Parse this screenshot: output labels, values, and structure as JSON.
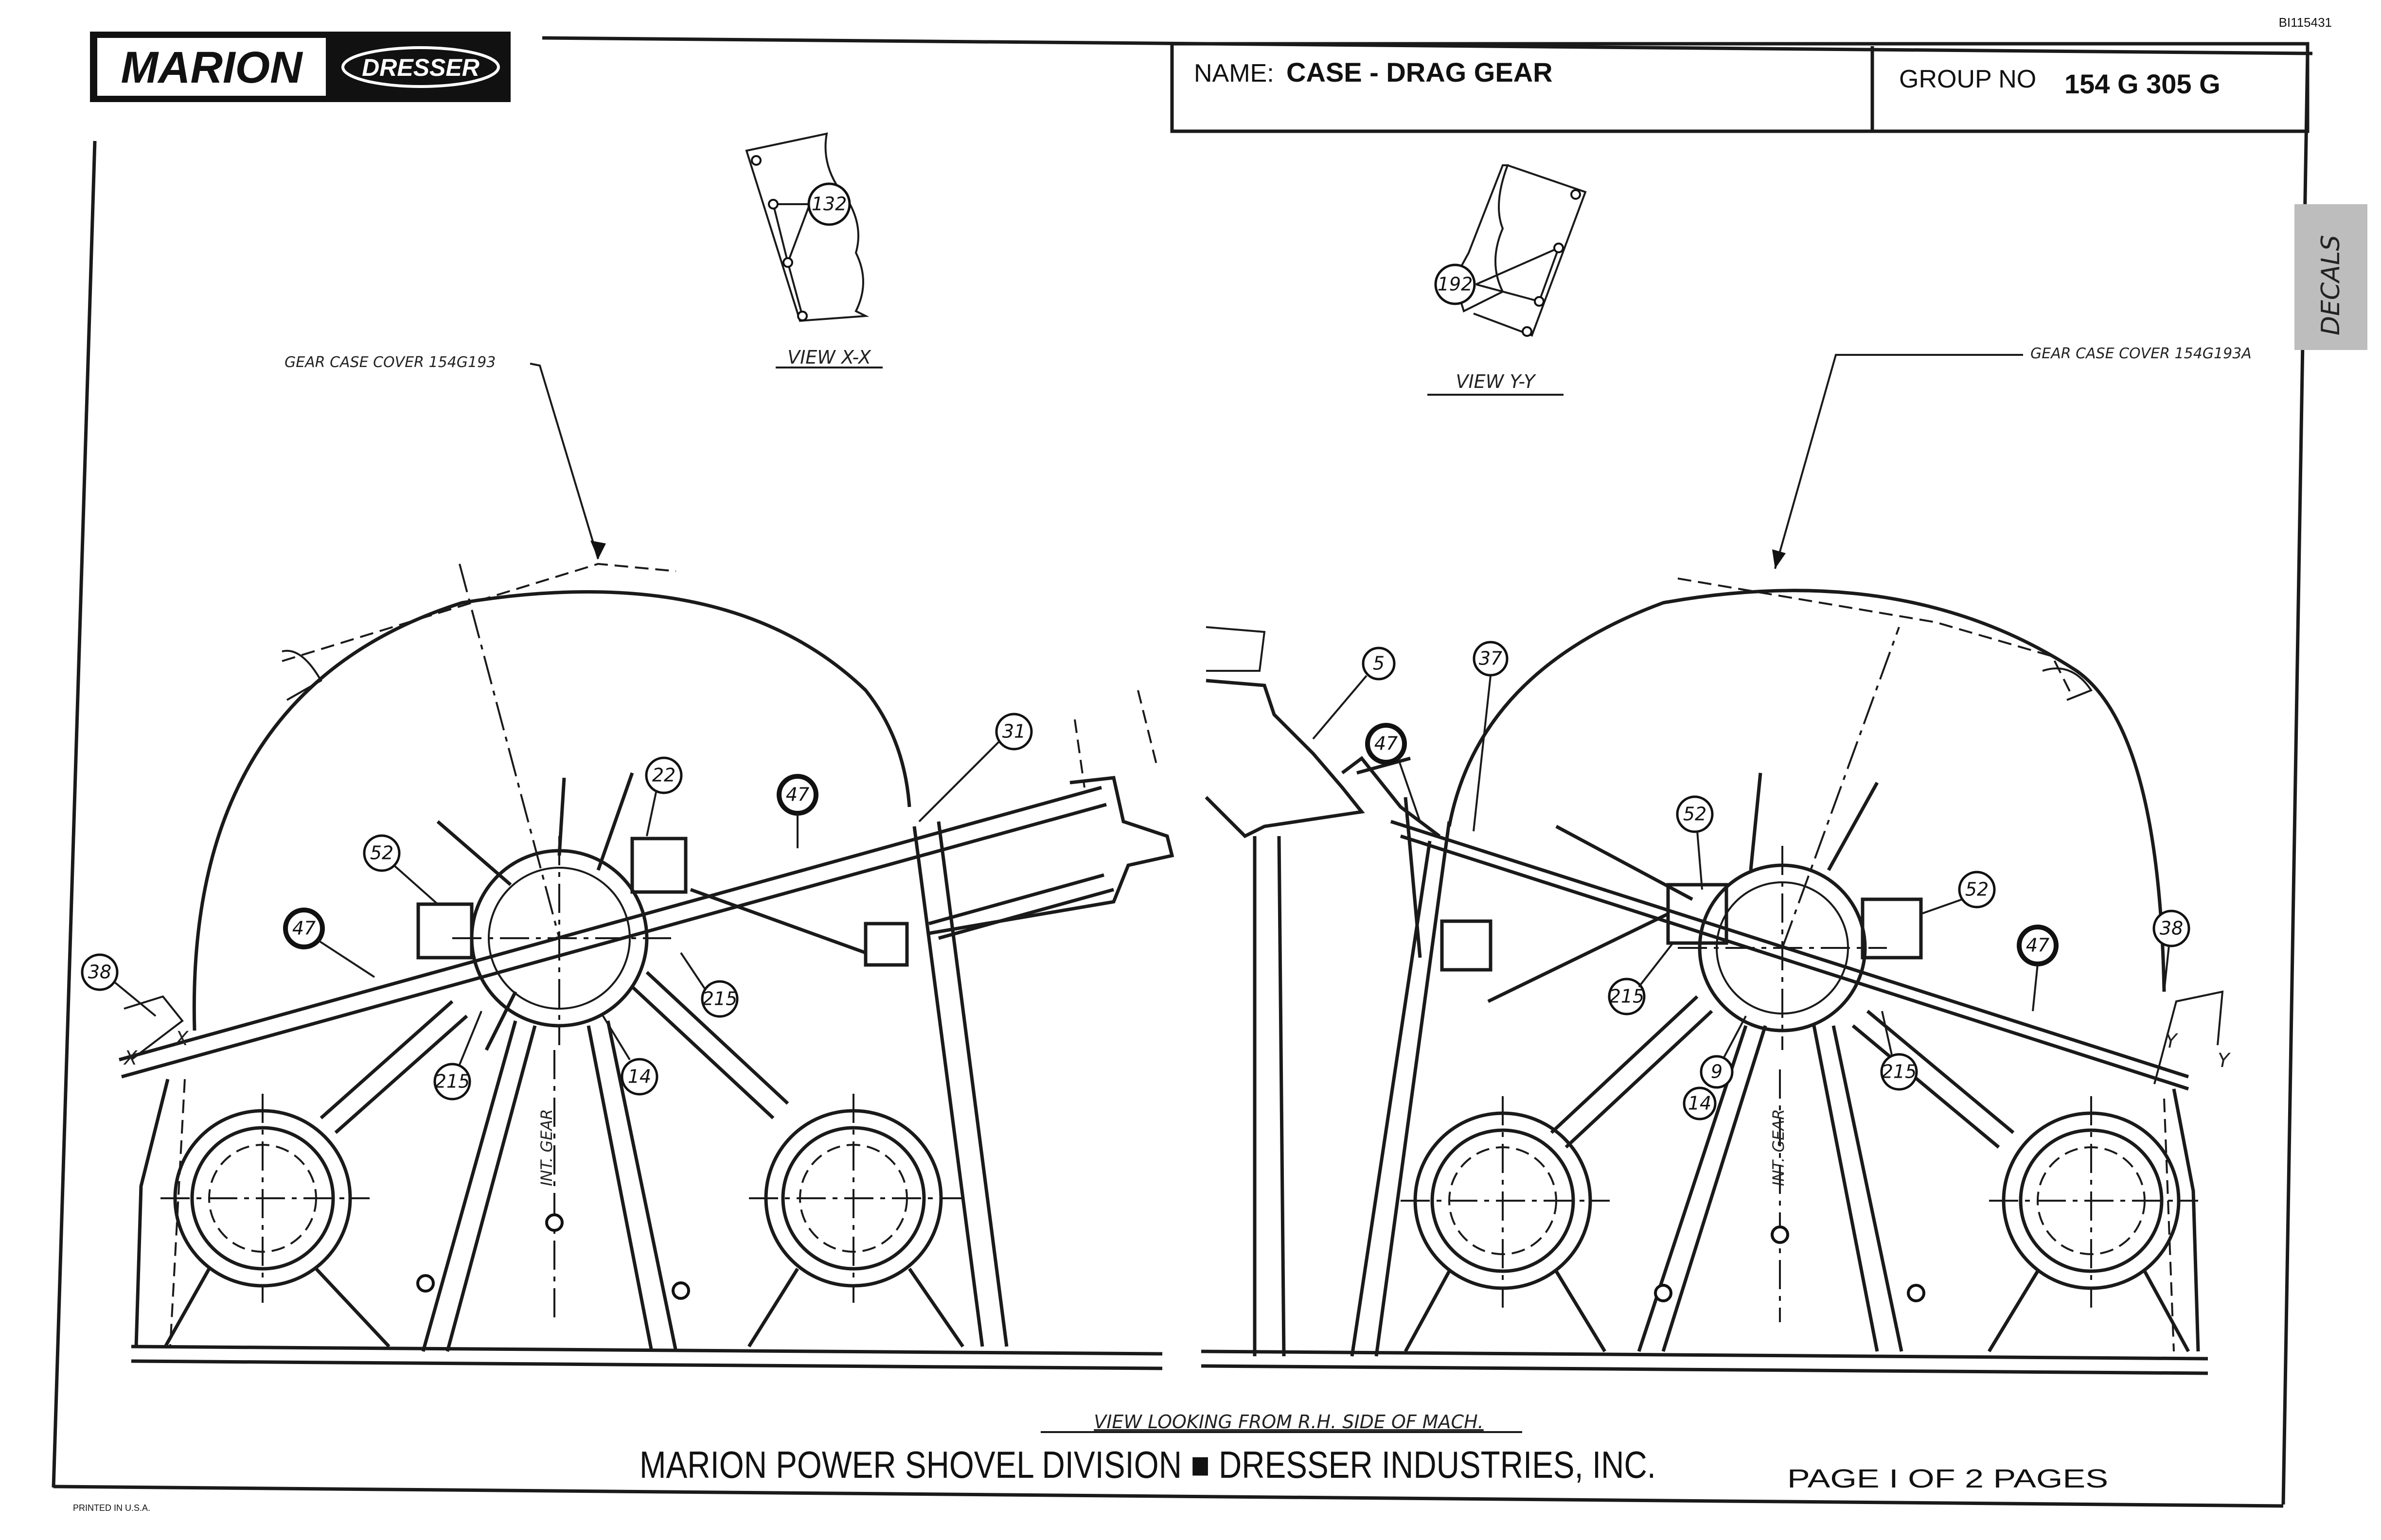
{
  "doc_id": "BI115431",
  "logo": {
    "brand": "MARION",
    "partner": "DRESSER"
  },
  "title_block": {
    "name_label": "NAME:",
    "name_value": "CASE - DRAG GEAR",
    "group_label": "GROUP NO",
    "group_value": "154 G 305 G"
  },
  "views": {
    "view_x": "VIEW X-X",
    "view_y": "VIEW Y-Y",
    "main": "VIEW LOOKING FROM R.H. SIDE OF MACH."
  },
  "notes": {
    "cover_left": "GEAR CASE COVER 154G193",
    "cover_right": "GEAR CASE COVER 154G193A",
    "int_gear": "INT. GEAR"
  },
  "section_marks": {
    "x": "X",
    "y": "Y"
  },
  "callouts": {
    "c132": "132",
    "c192": "192",
    "c52": "52",
    "c47": "47",
    "c38": "38",
    "c22": "22",
    "c31": "31",
    "c215": "215",
    "c14": "14",
    "c9": "9",
    "c5": "5",
    "c37": "37"
  },
  "footer": {
    "company": "MARION POWER SHOVEL DIVISION ■ DRESSER INDUSTRIES, INC.",
    "page": "PAGE  I  OF  2  PAGES",
    "printed": "PRINTED IN U.S.A."
  },
  "stamp": "DECALS"
}
